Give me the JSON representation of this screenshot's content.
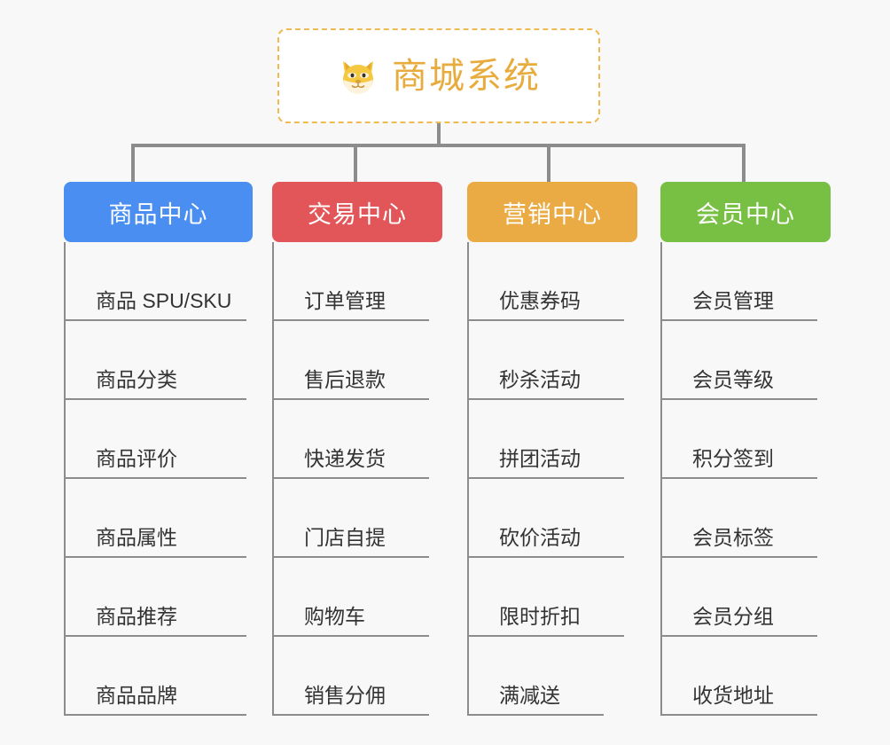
{
  "diagram": {
    "type": "org-chart",
    "background_color": "#f8f8f8",
    "connector_color": "#8c8c8c",
    "root": {
      "icon": "dog-face-emoji",
      "title": "商城系统",
      "text_color": "#e8ab3d",
      "border_color": "#f0b952",
      "fill_color": "#ffffff"
    },
    "columns": [
      {
        "header": "商品中心",
        "color": "#4a8ef1",
        "items": [
          "商品 SPU/SKU",
          "商品分类",
          "商品评价",
          "商品属性",
          "商品推荐",
          "商品品牌"
        ]
      },
      {
        "header": "交易中心",
        "color": "#e2565a",
        "items": [
          "订单管理",
          "售后退款",
          "快递发货",
          "门店自提",
          "购物车",
          "销售分佣"
        ]
      },
      {
        "header": "营销中心",
        "color": "#eaab44",
        "items": [
          "优惠券码",
          "秒杀活动",
          "拼团活动",
          "砍价活动",
          "限时折扣",
          "满减送"
        ]
      },
      {
        "header": "会员中心",
        "color": "#78c043",
        "items": [
          "会员管理",
          "会员等级",
          "积分签到",
          "会员标签",
          "会员分组",
          "收货地址"
        ]
      }
    ]
  }
}
